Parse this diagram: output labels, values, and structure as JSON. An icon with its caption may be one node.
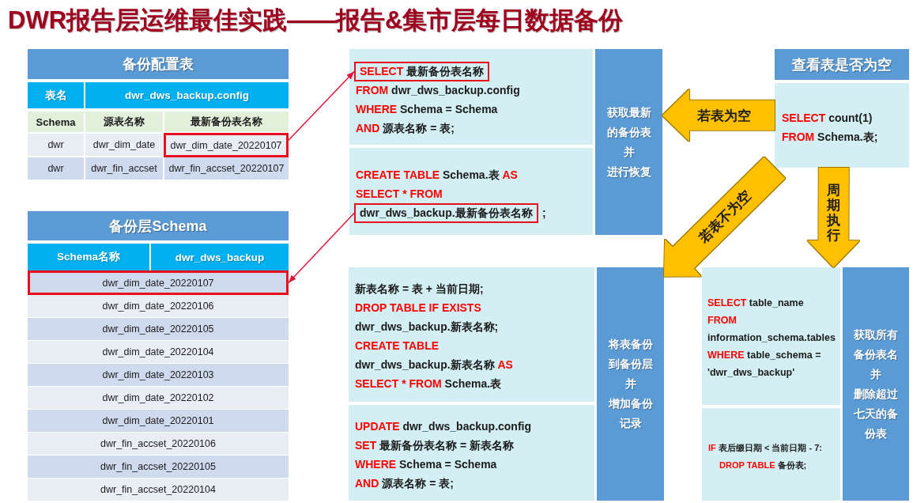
{
  "diagram": {
    "title": "DWR报告层运维最佳实践——报告&集市层每日数据备份",
    "nodes": [
      {
        "text": [
          "备份配置表"
        ]
      },
      {
        "text": [
          "dwr_dim_date_20220107"
        ],
        "in": 0
      },
      {
        "text": [
          "备份层Schema"
        ]
      },
      {
        "text": [
          "dwr_dim_date_20220107"
        ],
        "in": 2
      },
      {
        "text": [
          "FROM dwr_dws_backup.config",
          "WHERE Schema = Schema",
          "AND 源表名称 = 表;"
        ]
      },
      {
        "text": [
          "SELECT 最新备份表名称"
        ],
        "in": 4
      },
      {
        "text": [
          "CREATE TABLE Schema.表 AS",
          "SELECT * FROM"
        ]
      },
      {
        "text": [
          "dwr_dws_backup.最新备份表名称"
        ],
        "in": 6,
        "beside": [
          ";"
        ]
      },
      {
        "text": [
          "获取最新的备份表",
          "并",
          "进行恢复"
        ]
      },
      {
        "text": [
          "查看表是否为空"
        ]
      },
      {
        "text": [
          "SELECT count(1)",
          "FROM Schema.表;"
        ]
      },
      {
        "text": [
          "新表名称 = 表 + 当前日期;",
          "DROP TABLE IF EXISTS",
          "dwr_dws_backup.新表名称;",
          "CREATE TABLE",
          "dwr_dws_backup.新表名称 AS",
          "SELECT * FROM Schema.表"
        ]
      },
      {
        "text": [
          "UPDATE dwr_dws_backup.config",
          "SET 最新备份表名称 = 新表名称",
          "WHERE Schema = Schema",
          "AND 源表名称 = 表;"
        ]
      },
      {
        "text": [
          "将表备份到备份层",
          "并",
          "增加备份记录"
        ]
      },
      {
        "text": [
          "SELECT table_name",
          "FROM information_schema.tables",
          "WHERE table_schema = 'dwr_dws_backup'"
        ]
      },
      {
        "text": [
          "IF 表后缀日期 < 当前日期 - 7:",
          "DROP TABLE 备份表;"
        ]
      },
      {
        "text": [
          "获取所有备份表名",
          "并",
          "删除超过七天的备份表"
        ]
      }
    ],
    "edges": [
      {
        "from": 1,
        "to": 5,
        "arrow": "to",
        "color": "#e0163c"
      },
      {
        "from": 7,
        "to": 3,
        "arrow": "to",
        "color": "#e0163c"
      },
      {
        "from": 10,
        "to": 8,
        "arrow": "to",
        "label": "若表为空"
      },
      {
        "from": 10,
        "to": 13,
        "arrow": "to",
        "label": "若表不为空"
      },
      {
        "from": 10,
        "to": 14,
        "arrow": "to",
        "label": "周期执行"
      }
    ],
    "labels": [
      "表名",
      "dwr_dws_backup.config",
      "Schema",
      "源表名称",
      "最新备份表名称",
      "dwr",
      "dwr_dim_date",
      "dwr",
      "dwr_fin_accset",
      "dwr_fin_accset_20220107",
      "Schema名称",
      "dwr_dws_backup",
      "dwr_dim_date_20220106",
      "dwr_dim_date_20220105",
      "dwr_dim_date_20220104",
      "dwr_dim_date_20220103",
      "dwr_dim_date_20220102",
      "dwr_dim_date_20220101",
      "dwr_fin_accset_20220106",
      "dwr_fin_accset_20220105",
      "dwr_fin_accset_20220104"
    ]
  }
}
